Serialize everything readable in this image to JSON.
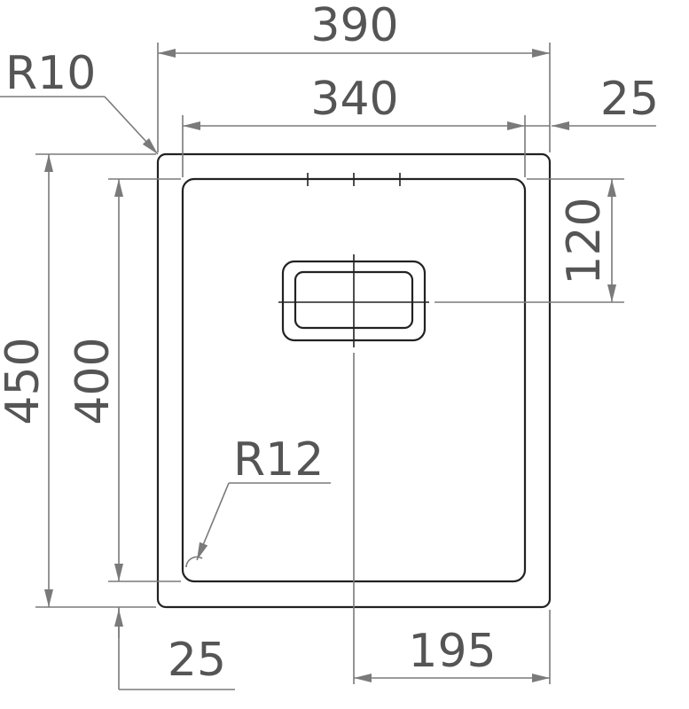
{
  "dimensions": {
    "overall_width": "390",
    "inner_width": "340",
    "wall": "25",
    "overall_height": "450",
    "inner_height": "400",
    "drain_offset": "120",
    "bottom_wall": "25",
    "drain_center_x": "195",
    "outer_radius": "R10",
    "inner_radius": "R12"
  },
  "colors": {
    "dimension_lines": "#7a7a7a",
    "outline": "#222222",
    "text": "#555555"
  }
}
